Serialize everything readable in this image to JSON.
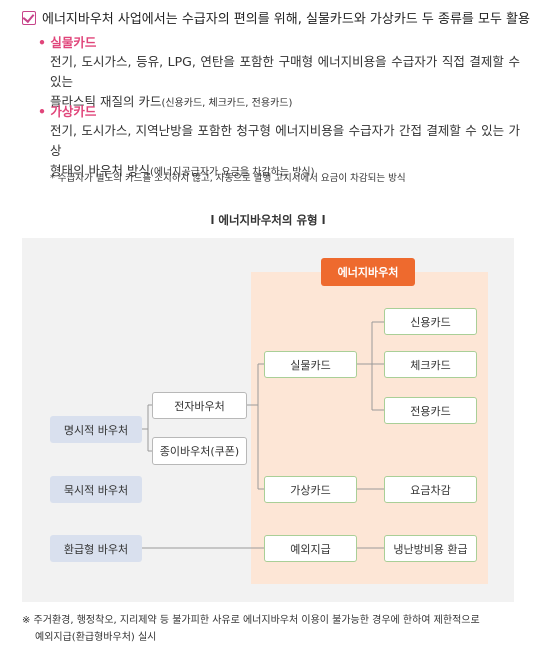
{
  "intro": "에너지바우처 사업에서는 수급자의 편의를 위해, 실물카드와 가상카드 두 종류를 모두 활용",
  "physical": {
    "heading": "• 실물카드",
    "line1": "전기, 도시가스, 등유, LPG, 연탄을 포함한 구매형 에너지비용을 수급자가 직접 결제할 수 있는",
    "line2_main": "플라스틱 재질의 카드",
    "line2_small": "(신용카드, 체크카드, 전용카드)"
  },
  "virtual": {
    "heading": "• 가상카드",
    "line1": "전기, 도시가스, 지역난방을 포함한 청구형 에너지비용을 수급자가 간접 결제할 수 있는 가상",
    "line2_main": "형태의 바우처 방식",
    "line2_small": "(에너지공급자가 요금을 차감하는 방식)"
  },
  "note": "* 수급자가 별도의 카드를 소지하지 않고, 자동으로 발행 고지서에서 요금이 차감되는 방식",
  "diagram": {
    "title": "l 에너지바우처의 유형 l",
    "header": "에너지바우처",
    "left": [
      "명시적 바우처",
      "묵시적 바우처",
      "환급형 바우처"
    ],
    "mid": [
      "전자바우처",
      "종이바우처(쿠폰)"
    ],
    "types": [
      "실물카드",
      "가상카드",
      "예외지급"
    ],
    "cards": [
      "신용카드",
      "체크카드",
      "전용카드"
    ],
    "deduct": "요금차감",
    "refund": "냉난방비용 환급"
  },
  "footnote": {
    "line1": "※ 주거환경, 행정착오, 지리제약 등 불가피한 사유로 에너지바우처 이용이 불가능한 경우에 한하여 제한적으로",
    "line2": "예외지급(환급형바우처) 실시"
  },
  "colors": {
    "accent_pink": "#e0457a",
    "header_orange": "#ee6a2e",
    "peach_bg": "#fde6d6",
    "blue_box": "#d9e0ee",
    "green_border": "#a9cf97"
  }
}
